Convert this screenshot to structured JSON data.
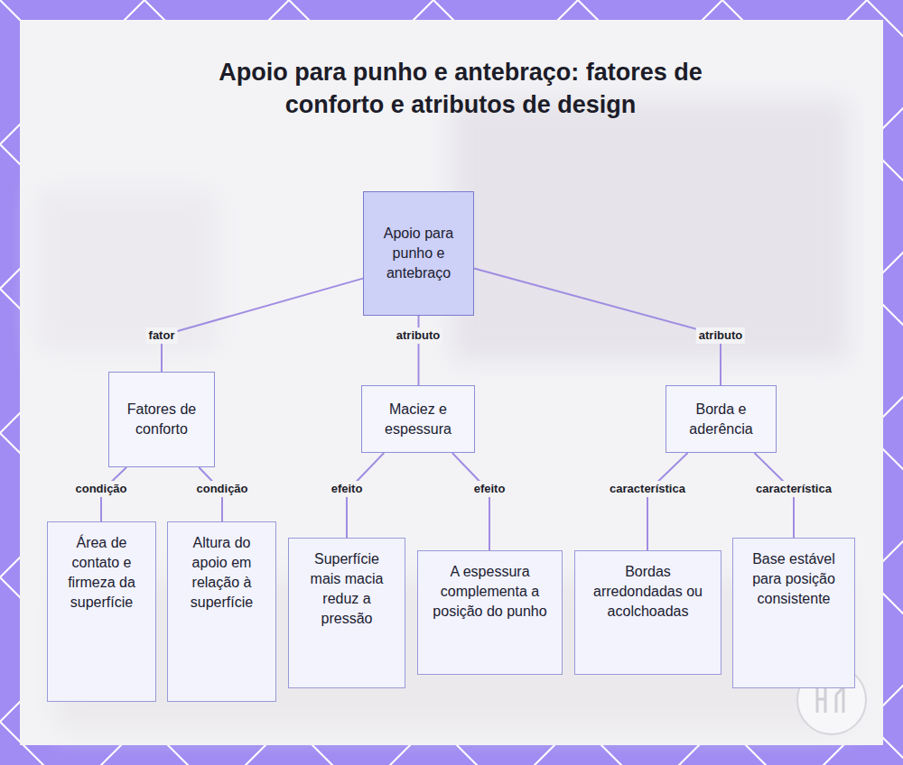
{
  "diagram": {
    "title": "Apoio para punho e antebraço: fatores de conforto e atributos de design",
    "nodes": [
      {
        "text": [
          "Apoio para punho e antebraço"
        ]
      },
      {
        "text": [
          "Fatores de conforto"
        ]
      },
      {
        "text": [
          "Maciez e espessura"
        ]
      },
      {
        "text": [
          "Borda e aderência"
        ]
      },
      {
        "text": [
          "Área de contato e firmeza da superfície"
        ]
      },
      {
        "text": [
          "Altura do apoio em relação à superfície"
        ]
      },
      {
        "text": [
          "Superfície mais macia reduz a pressão"
        ]
      },
      {
        "text": [
          "A espessura complementa a posição do punho"
        ]
      },
      {
        "text": [
          "Bordas arredondadas ou acolchoadas"
        ]
      },
      {
        "text": [
          "Base estável para posição consistente"
        ]
      }
    ],
    "edges": [
      {
        "from": 0,
        "to": 1,
        "label": "fator",
        "arrow": "none"
      },
      {
        "from": 0,
        "to": 2,
        "label": "atributo",
        "arrow": "none"
      },
      {
        "from": 0,
        "to": 3,
        "label": "atributo",
        "arrow": "none"
      },
      {
        "from": 1,
        "to": 4,
        "label": "condição",
        "arrow": "none"
      },
      {
        "from": 1,
        "to": 5,
        "label": "condição",
        "arrow": "none"
      },
      {
        "from": 2,
        "to": 6,
        "label": "efeito",
        "arrow": "none"
      },
      {
        "from": 2,
        "to": 7,
        "label": "efeito",
        "arrow": "none"
      },
      {
        "from": 3,
        "to": 8,
        "label": "característica",
        "arrow": "none"
      },
      {
        "from": 3,
        "to": 9,
        "label": "característica",
        "arrow": "none"
      }
    ]
  }
}
